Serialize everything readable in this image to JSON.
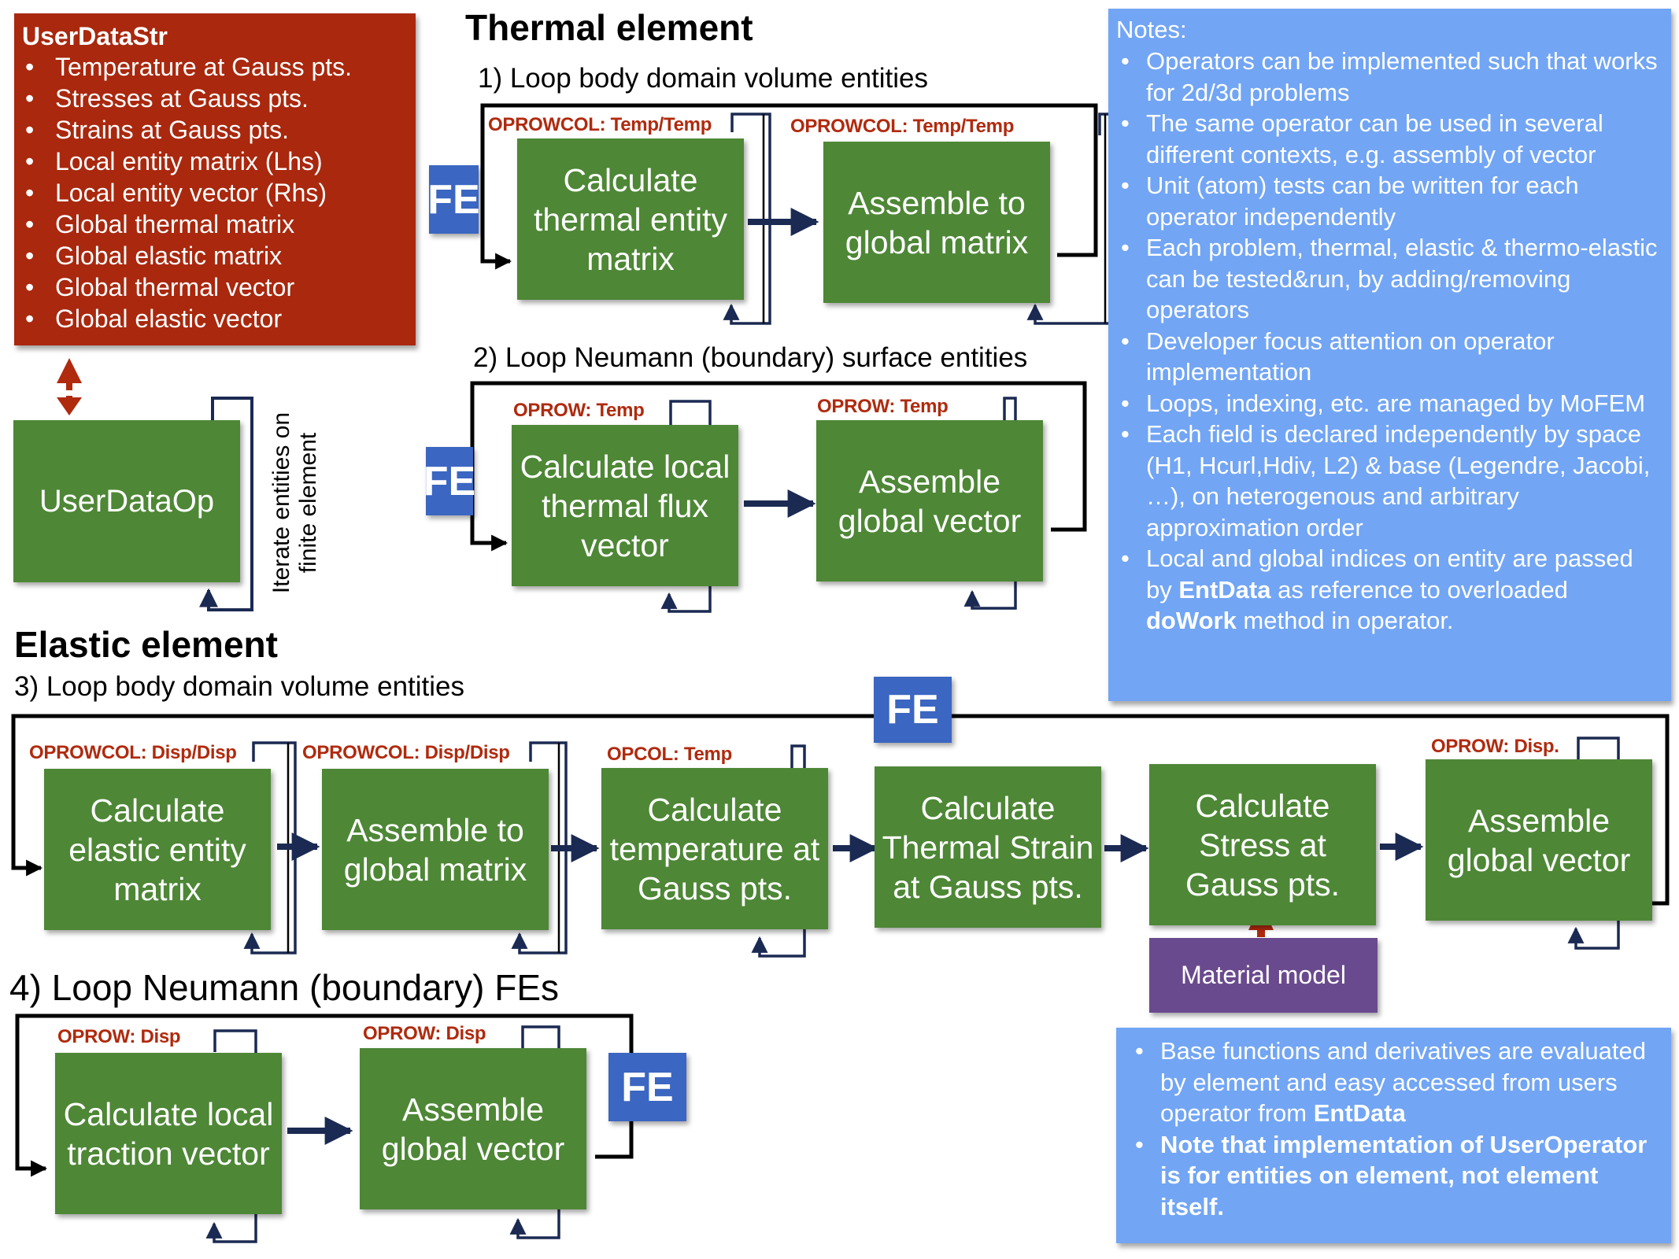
{
  "colors": {
    "operator_box": "#4e8736",
    "fe_box": "#3b66c1",
    "user_data_panel": "#a9280e",
    "notes_panel": "#72a5f4",
    "material_box": "#6a4a8e",
    "op_label_text": "#b02a0e",
    "loop_line": "#000000",
    "operator_loop_line": "#1b2a52",
    "data_exchange_arrow": "#b02a0e"
  },
  "user_data_str": {
    "title": "UserDataStr",
    "items": [
      "Temperature at Gauss pts.",
      "Stresses at Gauss pts.",
      "Strains at Gauss pts.",
      "Local entity matrix (Lhs)",
      "Local entity vector (Rhs)",
      "Global thermal matrix",
      "Global elastic matrix",
      "Global thermal vector",
      "Global elastic vector"
    ]
  },
  "user_data_op": {
    "label": "UserDataOp",
    "loop_caption_line1": "Iterate entities on",
    "loop_caption_line2": "finite element"
  },
  "thermal": {
    "title": "Thermal element",
    "loop1": {
      "title": "1) Loop body domain volume entities",
      "fe": "FE",
      "operators": [
        {
          "tag": "OPROWCOL: Temp/Temp",
          "label": "Calculate thermal entity matrix"
        },
        {
          "tag": "OPROWCOL: Temp/Temp",
          "label": "Assemble to global matrix"
        }
      ]
    },
    "loop2": {
      "title": "2) Loop Neumann (boundary) surface entities",
      "fe": "FE",
      "operators": [
        {
          "tag": "OPROW: Temp",
          "label": "Calculate local thermal flux vector"
        },
        {
          "tag": "OPROW: Temp",
          "label": "Assemble global vector"
        }
      ]
    }
  },
  "elastic": {
    "title": "Elastic element",
    "loop3": {
      "title": "3) Loop body domain volume entities",
      "fe": "FE",
      "operators": [
        {
          "tag": "OPROWCOL: Disp/Disp",
          "label": "Calculate elastic entity matrix"
        },
        {
          "tag": "OPROWCOL: Disp/Disp",
          "label": "Assemble to global matrix"
        },
        {
          "tag": "OPCOL: Temp",
          "label": "Calculate temperature at Gauss pts."
        },
        {
          "tag": "",
          "label": "Calculate Thermal Strain at Gauss pts."
        },
        {
          "tag": "",
          "label": "Calculate Stress at Gauss pts."
        },
        {
          "tag": "OPROW: Disp.",
          "label": "Assemble global vector"
        }
      ],
      "material_model": "Material model"
    },
    "loop4": {
      "title": "4) Loop Neumann (boundary)  FEs",
      "fe": "FE",
      "operators": [
        {
          "tag": "OPROW: Disp",
          "label": "Calculate local traction vector"
        },
        {
          "tag": "OPROW: Disp",
          "label": "Assemble global vector"
        }
      ]
    }
  },
  "notes": {
    "title": "Notes:",
    "items": [
      {
        "pre": "Operators can be implemented such that works for 2d/3d problems"
      },
      {
        "pre": "The same operator can be used in several different contexts, e.g. assembly of vector"
      },
      {
        "pre": "Unit (atom) tests can be written for each operator independently"
      },
      {
        "pre": "Each problem, thermal, elastic & thermo-elastic can be tested&run, by adding/removing operators"
      },
      {
        "pre": "Developer focus attention on operator implementation"
      },
      {
        "pre": "Loops, indexing, etc. are managed by MoFEM"
      },
      {
        "pre": "Each field is declared independently by space (H1, Hcurl,Hdiv, L2) & base (Legendre, Jacobi, …), on heterogenous and arbitrary approximation order"
      },
      {
        "pre": "Local and global indices on entity are passed by ",
        "b1": "EntData",
        "mid": " as reference to overloaded ",
        "b2": "doWork",
        "post": " method in operator."
      }
    ]
  },
  "notes2": {
    "items": [
      {
        "pre": "Base functions and derivatives are evaluated by element and easy accessed from users operator from ",
        "b1": "EntData"
      },
      {
        "b1": "Note that implementation of UserOperator is for entities on element, not element itself."
      }
    ]
  }
}
